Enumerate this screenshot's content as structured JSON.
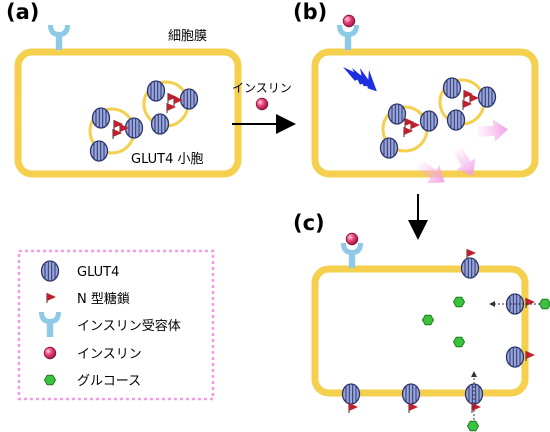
{
  "panels": {
    "a": "(a)",
    "b": "(b)",
    "c": "(c)"
  },
  "labels": {
    "cell_membrane": "細胞膜",
    "vesicle": "GLUT4 小胞",
    "insulin_arrow": "インスリン"
  },
  "legend": {
    "items": [
      {
        "icon": "glut4-icon",
        "label": "GLUT4"
      },
      {
        "icon": "n-glycan-flag-icon",
        "label": "N 型糖鎖"
      },
      {
        "icon": "insulin-receptor-icon",
        "label": "インスリン受容体"
      },
      {
        "icon": "insulin-icon",
        "label": "インスリン"
      },
      {
        "icon": "glucose-icon",
        "label": "グルコース"
      }
    ]
  },
  "colors": {
    "cell": "#f5cf4e",
    "glut4_body": "#9aa6d9",
    "glut4_stroke": "#2b3570",
    "receptor": "#8ec9e6",
    "insulin": "#e8427a",
    "glycan_flag": "#c0202e",
    "glucose": "#39c43e",
    "signal": "#1e2fe0",
    "translocation": "#f6b6ef",
    "legend_border": "#f39be3"
  }
}
